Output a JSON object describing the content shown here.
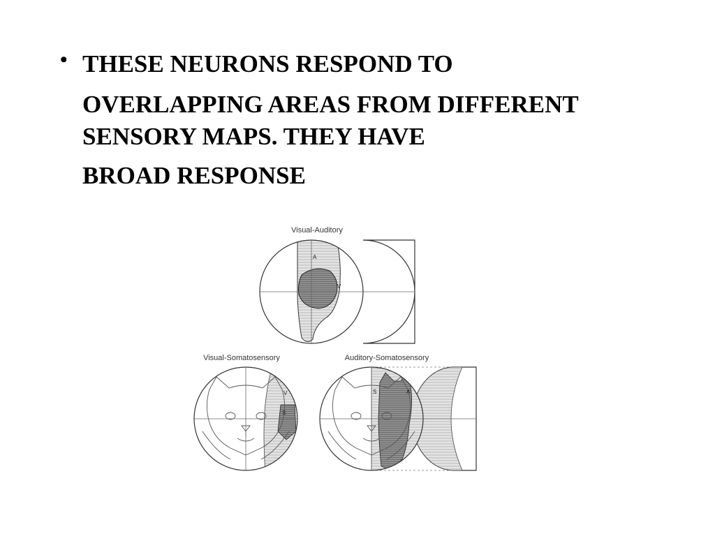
{
  "slide": {
    "bullet_lines": [
      "THESE NEURONS RESPOND TO",
      "OVERLAPPING AREAS FROM DIFFERENT",
      "SENSORY MAPS. THEY HAVE",
      "BROAD RESPONSE"
    ]
  },
  "figure": {
    "panels": {
      "visual_auditory": {
        "title": "Visual-Auditory",
        "label_a": "A",
        "label_v": "V"
      },
      "visual_somatosensory": {
        "title": "Visual-Somatosensory",
        "label_v": "V",
        "label_s": "S"
      },
      "auditory_somatosensory": {
        "title": "Auditory-Somatosensory",
        "label_s": "S",
        "label_a": "A"
      }
    }
  },
  "colors": {
    "text": "#000000",
    "line": "#222222",
    "shade_light": "#dcdcdc",
    "shade_dark": "#8a8a8a"
  }
}
